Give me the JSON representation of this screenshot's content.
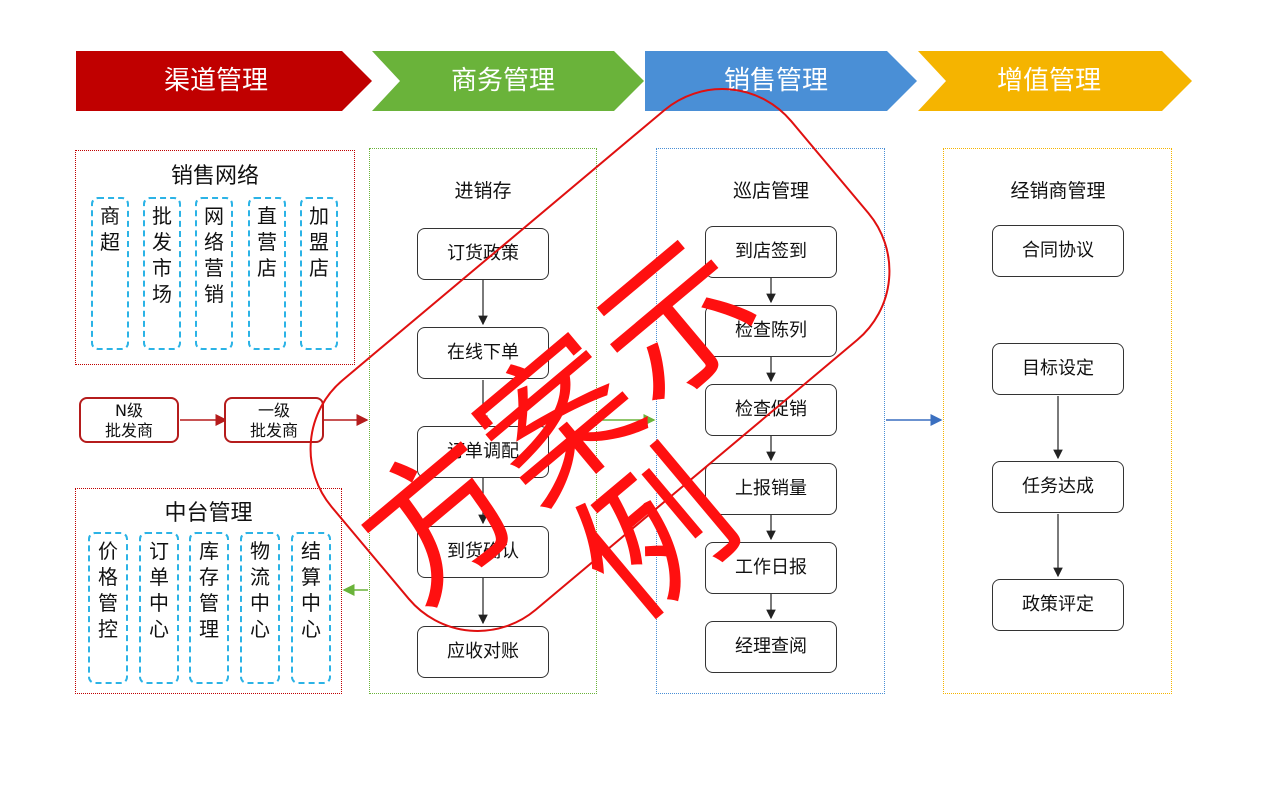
{
  "phases": [
    {
      "label": "渠道管理",
      "color": "#c00000"
    },
    {
      "label": "商务管理",
      "color": "#6ab33a"
    },
    {
      "label": "销售管理",
      "color": "#4a8fd6"
    },
    {
      "label": "增值管理",
      "color": "#f5b400"
    }
  ],
  "sales_network": {
    "title": "销售网络",
    "items": [
      {
        "chars": [
          "商",
          "超"
        ]
      },
      {
        "chars": [
          "批",
          "发",
          "市",
          "场"
        ]
      },
      {
        "chars": [
          "网",
          "络",
          "营",
          "销"
        ]
      },
      {
        "chars": [
          "直",
          "营",
          "店"
        ]
      },
      {
        "chars": [
          "加",
          "盟",
          "店"
        ]
      }
    ]
  },
  "wholesalers": {
    "n_level": [
      "N级",
      "批发商"
    ],
    "first_level": [
      "一级",
      "批发商"
    ]
  },
  "middle_office": {
    "title": "中台管理",
    "items": [
      {
        "chars": [
          "价",
          "格",
          "管",
          "控"
        ]
      },
      {
        "chars": [
          "订",
          "单",
          "中",
          "心"
        ]
      },
      {
        "chars": [
          "库",
          "存",
          "管",
          "理"
        ]
      },
      {
        "chars": [
          "物",
          "流",
          "中",
          "心"
        ]
      },
      {
        "chars": [
          "结",
          "算",
          "中",
          "心"
        ]
      }
    ]
  },
  "inventory": {
    "title": "进销存",
    "steps": [
      "订货政策",
      "在线下单",
      "订单调配",
      "到货确认",
      "应收对账"
    ]
  },
  "patrol": {
    "title": "巡店管理",
    "steps": [
      "到店签到",
      "检查陈列",
      "检查促销",
      "上报销量",
      "工作日报",
      "经理查阅"
    ]
  },
  "dealer": {
    "title": "经销商管理",
    "steps": [
      "合同协议",
      "目标设定",
      "任务达成",
      "政策评定"
    ]
  },
  "watermark": "方案示例"
}
